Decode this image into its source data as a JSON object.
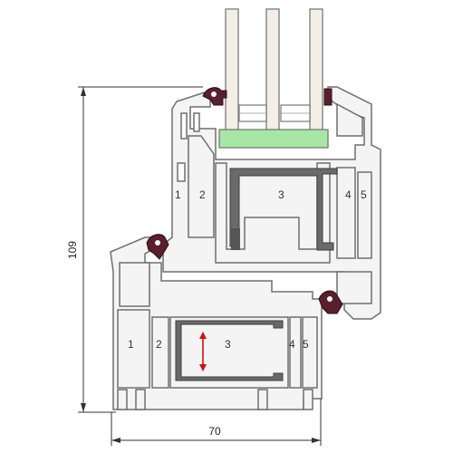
{
  "dimensions": {
    "height_value": "109",
    "width_value": "70"
  },
  "upper_profile": {
    "chamber_labels": [
      "1",
      "2",
      "3",
      "4",
      "5"
    ]
  },
  "lower_profile": {
    "chamber_labels": [
      "1",
      "2",
      "3",
      "4",
      "5"
    ]
  },
  "colors": {
    "profile_outline": "#6f6f6f",
    "profile_fill": "#f4f4f4",
    "glass": "#f3efe6",
    "glazing_bead_green": "#a8e6a6",
    "gasket": "#5a1e2c",
    "steel_reinforcement": "#6a6a6a",
    "arrow_red": "#cc1111",
    "dimension_line": "#333333"
  }
}
